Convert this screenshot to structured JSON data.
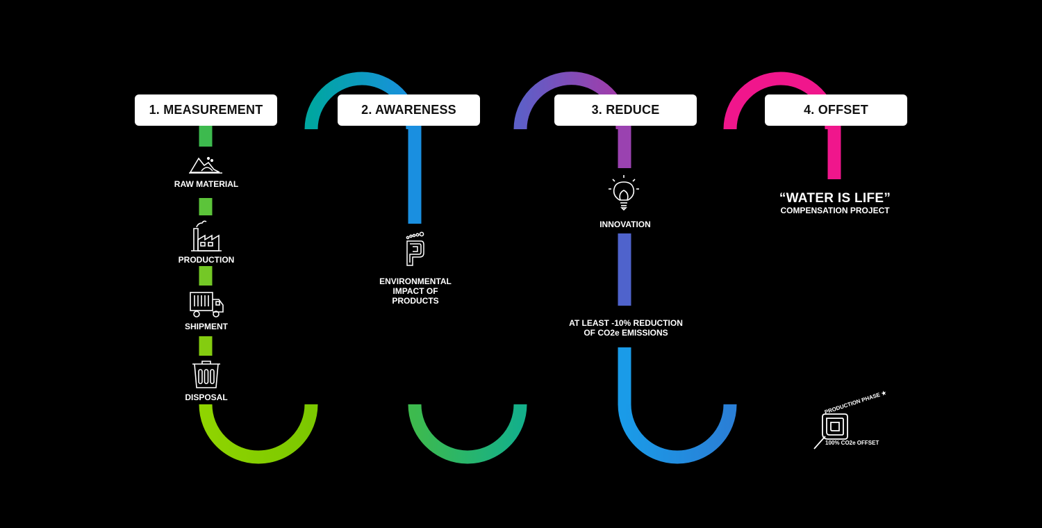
{
  "stages": [
    {
      "label": "1. MEASUREMENT"
    },
    {
      "label": "2. AWARENESS"
    },
    {
      "label": "3. REDUCE"
    },
    {
      "label": "4. OFFSET"
    }
  ],
  "measurement": {
    "items": [
      "RAW MATERIAL",
      "PRODUCTION",
      "SHIPMENT",
      "DISPOSAL"
    ]
  },
  "awareness": {
    "text": "ENVIRONMENTAL IMPACT OF PRODUCTS"
  },
  "reduce": {
    "innovation": "INNOVATION",
    "reduction_line1": "AT LEAST -10% REDUCTION",
    "reduction_line2": "OF CO2e EMISSIONS"
  },
  "offset": {
    "project_title": "“WATER IS LIFE”",
    "project_subtitle": "COMPENSATION PROJECT",
    "badge_top": "PRODUCTION PHASE ★",
    "badge_bottom": "100% CO2e OFFSET"
  },
  "colors": {
    "green_start": "#8fd400",
    "green": "#3dba4e",
    "teal": "#00a6a0",
    "blue": "#1a8fe0",
    "purple": "#8e44b5",
    "magenta": "#f0168c",
    "box_bg": "#ffffff",
    "background": "#000000"
  },
  "icons": [
    "raw-material-icon",
    "factory-icon",
    "truck-icon",
    "bin-icon",
    "footprint-icon",
    "lightbulb-icon",
    "leaf-badge-icon"
  ]
}
